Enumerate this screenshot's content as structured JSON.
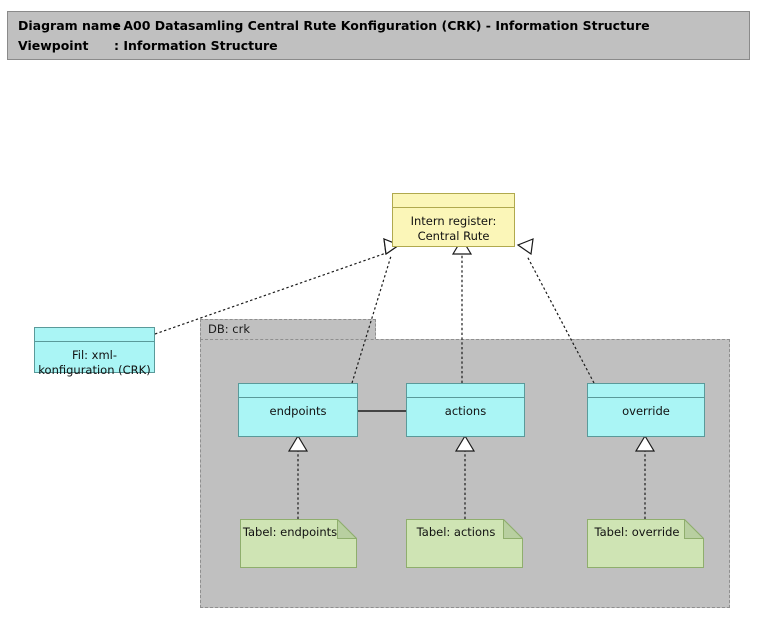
{
  "header": {
    "line1_label": "Diagram name",
    "line1_sep": ": ",
    "line1_value": "A00 Datasamling Central Rute Konfiguration (CRK) - Information Structure",
    "line2_label": "Viewpoint",
    "line2_sep": ": ",
    "line2_value": "Information Structure"
  },
  "colors": {
    "header_bg": "#c0c0c0",
    "group_bg": "#c0c0c0",
    "node_cyan": "#aaf5f5",
    "node_cyan_border": "#5a9a9a",
    "node_yellow": "#fbf6b8",
    "node_yellow_border": "#b0a94e",
    "note_green": "#cfe4b4",
    "note_green_border": "#8fae6d",
    "connector": "#1a1a1a"
  },
  "group": {
    "label": "DB: crk"
  },
  "nodes": {
    "intern_register": {
      "label": "Intern register:\nCentral Rute\nKonfiguration (CRK)"
    },
    "fil_xml": {
      "label": "Fil: xml-\nkonfiguration (CRK)"
    },
    "endpoints": {
      "label": "endpoints"
    },
    "actions": {
      "label": "actions"
    },
    "override": {
      "label": "override"
    }
  },
  "notes": {
    "tabel_endpoints": {
      "label": "Tabel: endpoints"
    },
    "tabel_actions": {
      "label": "Tabel: actions"
    },
    "tabel_override": {
      "label": "Tabel: override"
    }
  },
  "connectors": [
    {
      "name": "fil-xml-to-intern-register",
      "type": "realization-dotted-hollow-triangle",
      "from": "fil_xml",
      "to": "intern_register"
    },
    {
      "name": "endpoints-to-intern-register",
      "type": "realization-dotted-hollow-triangle",
      "from": "endpoints",
      "to": "intern_register"
    },
    {
      "name": "actions-to-intern-register",
      "type": "realization-dotted-hollow-triangle",
      "from": "actions",
      "to": "intern_register"
    },
    {
      "name": "override-to-intern-register",
      "type": "realization-dotted-hollow-triangle",
      "from": "override",
      "to": "intern_register"
    },
    {
      "name": "endpoints-actions-association",
      "type": "association-solid",
      "from": "endpoints",
      "to": "actions"
    },
    {
      "name": "tabel-endpoints-to-endpoints",
      "type": "realization-dotted-hollow-triangle",
      "from": "tabel_endpoints",
      "to": "endpoints"
    },
    {
      "name": "tabel-actions-to-actions",
      "type": "realization-dotted-hollow-triangle",
      "from": "tabel_actions",
      "to": "actions"
    },
    {
      "name": "tabel-override-to-override",
      "type": "realization-dotted-hollow-triangle",
      "from": "tabel_override",
      "to": "override"
    }
  ]
}
